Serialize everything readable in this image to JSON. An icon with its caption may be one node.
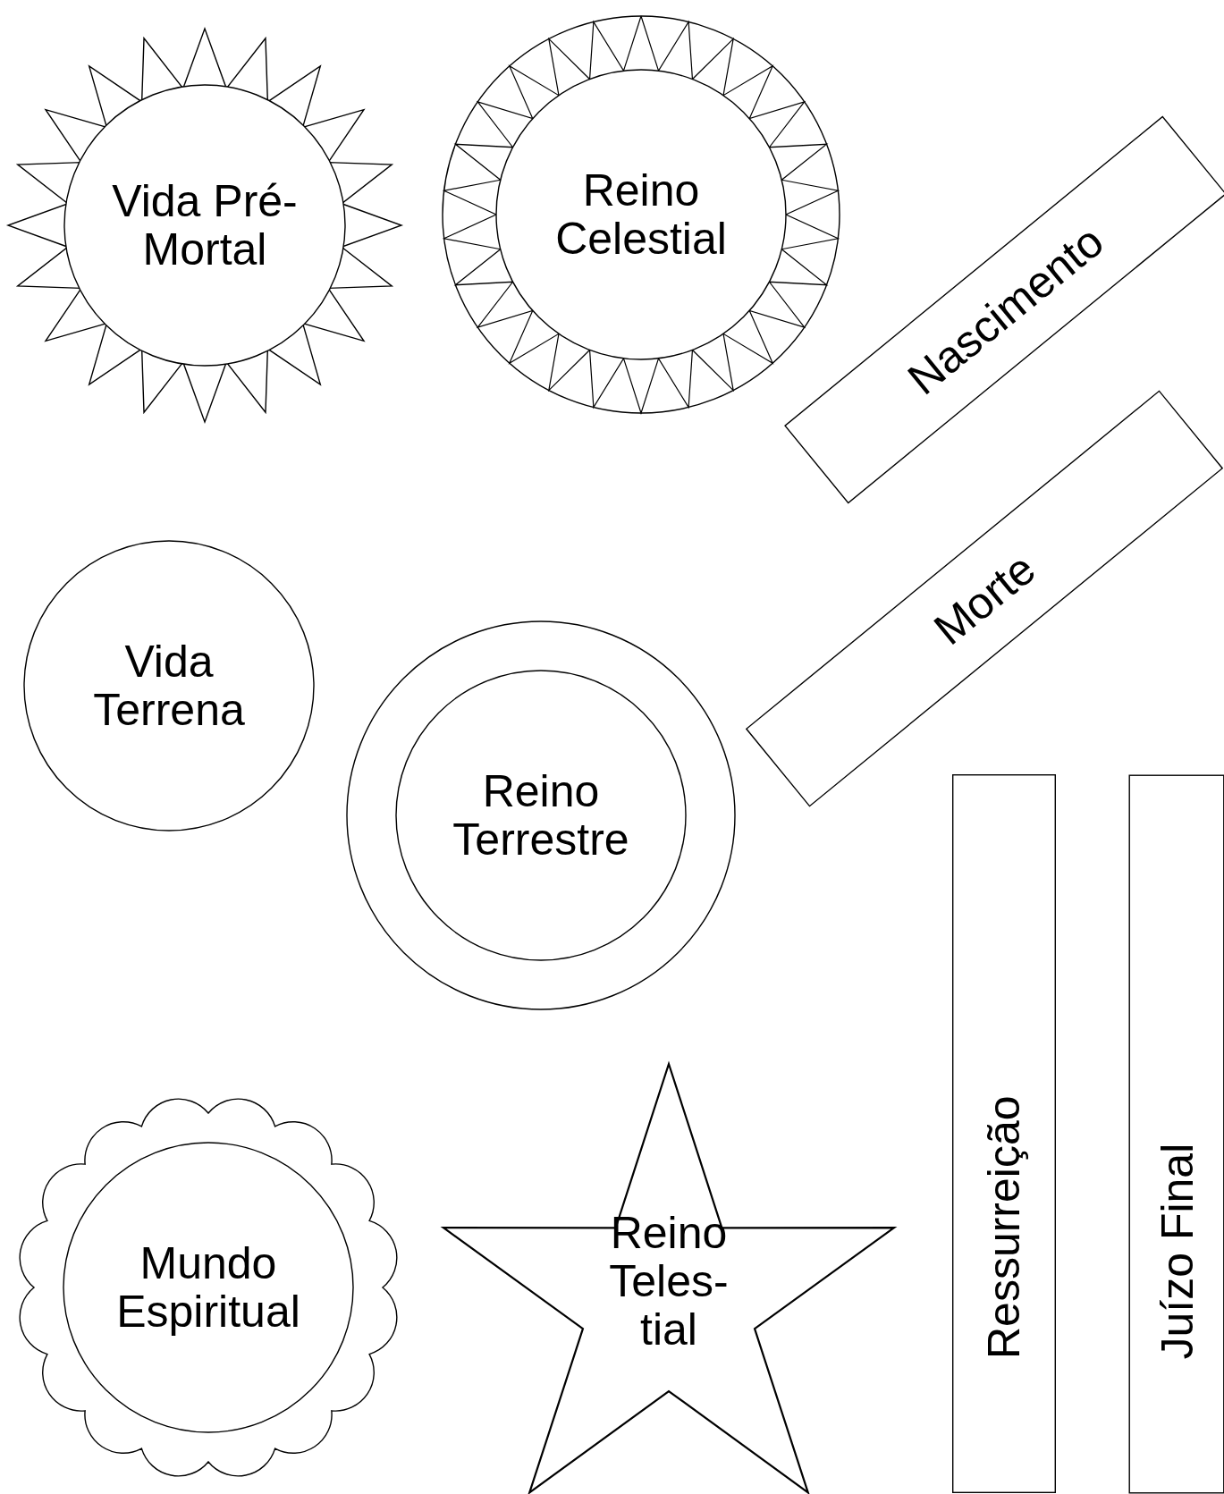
{
  "diagram": {
    "nodes": [
      {
        "text": [
          "Vida Pré-Mortal"
        ]
      },
      {
        "text": [
          "Reino Celestial"
        ]
      },
      {
        "text": [
          "Nascimento"
        ]
      },
      {
        "text": [
          "Morte"
        ]
      },
      {
        "text": [
          "Vida Terrena"
        ]
      },
      {
        "text": [
          "Reino Terrestre"
        ]
      },
      {
        "text": [
          "Ressurreição"
        ]
      },
      {
        "text": [
          "Juízo Final"
        ]
      },
      {
        "text": [
          "Mundo Espiritual"
        ]
      },
      {
        "text": [
          "Reino Teles- tial"
        ]
      }
    ]
  }
}
